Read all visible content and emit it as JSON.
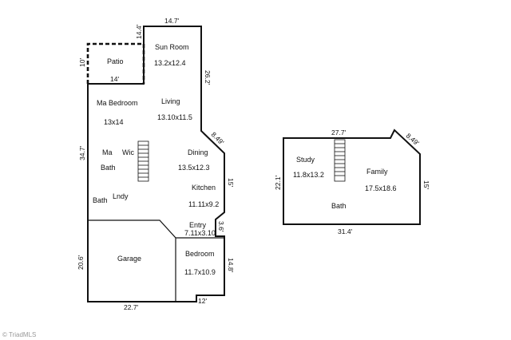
{
  "left_plan": {
    "rooms": {
      "sun_room": "Sun Room",
      "sun_room_size": "13.2x12.4",
      "patio": "Patio",
      "ma_bedroom": "Ma Bedroom",
      "ma_bedroom_size": "13x14",
      "living": "Living",
      "living_size": "13.10x11.5",
      "ma": "Ma",
      "wic": "Wic",
      "ma_bath": "Bath",
      "dining": "Dining",
      "dining_size": "13.5x12.3",
      "kitchen": "Kitchen",
      "kitchen_size": "11.11x9.2",
      "bath": "Bath",
      "laundry": "Lndy",
      "entry": "Entry",
      "entry_size": "7.11x3.10",
      "garage": "Garage",
      "bedroom": "Bedroom",
      "bedroom_size": "11.7x10.9"
    },
    "dimensions": {
      "top": "14.7'",
      "sun_left": "14.4'",
      "patio_left": "10'",
      "patio_bottom": "14'",
      "right_upper": "26.2'",
      "diagonal": "8.49'",
      "left_main": "34.7'",
      "right_mid": "15'",
      "entry_step": "3.6'",
      "bedroom_right": "14.8'",
      "garage_left": "20.6'",
      "garage_bottom": "22.7'",
      "bedroom_bottom": "12'"
    }
  },
  "right_plan": {
    "rooms": {
      "study": "Study",
      "study_size": "11.8x13.2",
      "family": "Family",
      "family_size": "17.5x18.6",
      "bath": "Bath"
    },
    "dimensions": {
      "top": "27.7'",
      "diagonal": "8.49'",
      "left": "22.1'",
      "right": "15'",
      "bottom": "31.4'"
    }
  },
  "watermark": "© TriadMLS"
}
